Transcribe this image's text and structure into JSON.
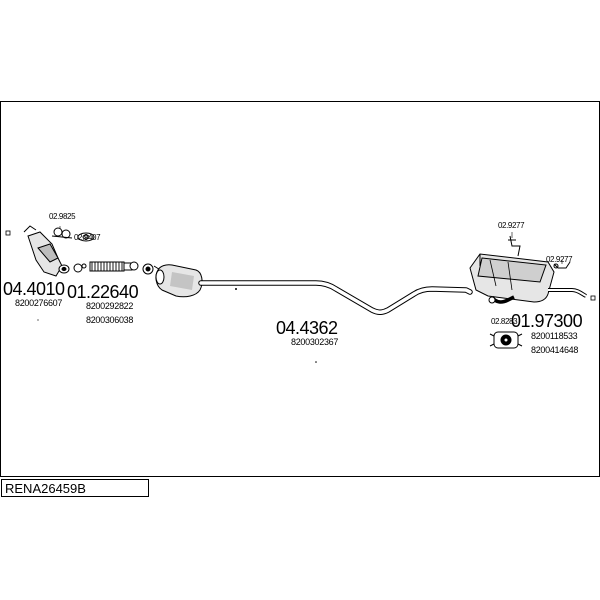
{
  "diagram": {
    "parts": [
      {
        "number": "04.4010",
        "refs": [
          "8200276607"
        ]
      },
      {
        "number": "01.22640",
        "refs": [
          "8200292822",
          "8200306038"
        ]
      },
      {
        "number": "04.4362",
        "refs": [
          "8200302367"
        ]
      },
      {
        "number": "01.97300",
        "refs": [
          "8200118533",
          "8200414648"
        ]
      }
    ],
    "fittings": [
      "02.9825",
      "02.9407",
      "02.9277",
      "02.9277",
      "02.8283"
    ],
    "model_code": "RENA26459B"
  }
}
